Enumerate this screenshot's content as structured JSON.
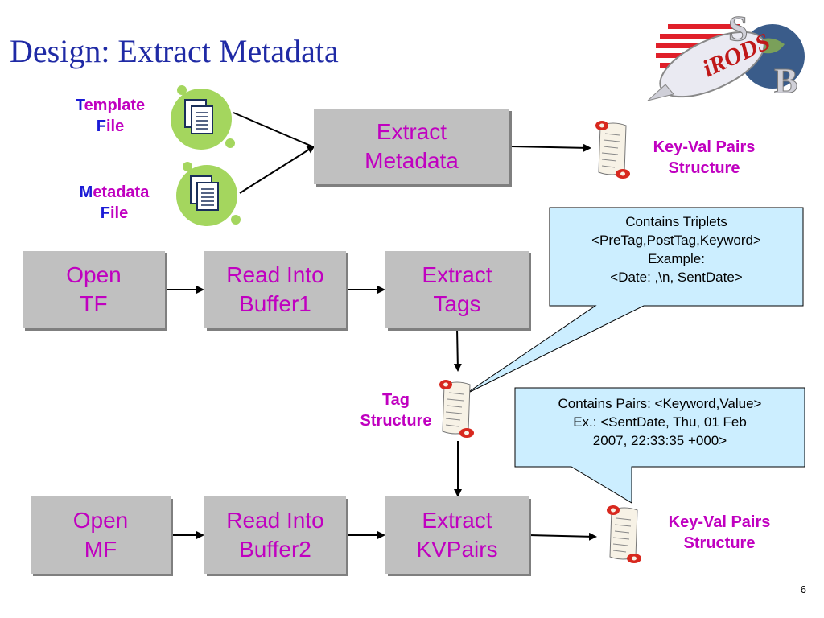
{
  "title": "Design: Extract Metadata",
  "page_number": "6",
  "logo": {
    "text_top": "S",
    "text_mid": "iRODS",
    "text_right": "B"
  },
  "inputs": {
    "template_file": {
      "initial1": "T",
      "rest1": "emplate",
      "initial2": "F",
      "rest2": "ile"
    },
    "metadata_file": {
      "initial1": "M",
      "rest1": "etadata",
      "initial2": "F",
      "rest2": "ile"
    }
  },
  "boxes": {
    "extract_metadata": "Extract\nMetadata",
    "open_tf": "Open\nTF",
    "read_buffer1": "Read Into\nBuffer1",
    "extract_tags": "Extract\nTags",
    "open_mf": "Open\nMF",
    "read_buffer2": "Read Into\nBuffer2",
    "extract_kvpairs": "Extract\nKVPairs"
  },
  "outputs": {
    "keyval_top": {
      "line1": "Key-Val Pairs",
      "line2": "Structure"
    },
    "tag_structure": {
      "line1": "Tag",
      "line2": "Structure"
    },
    "keyval_bottom": {
      "line1": "Key-Val Pairs",
      "line2": "Structure"
    }
  },
  "callouts": {
    "triplets": [
      "Contains Triplets",
      "<PreTag,PostTag,Keyword>",
      "Example:",
      "<Date: ,\\n, SentDate>"
    ],
    "pairs": [
      "Contains Pairs: <Keyword,Value>",
      "Ex.: <SentDate, Thu, 01 Feb",
      "2007, 22:33:35  +000>"
    ]
  },
  "colors": {
    "title": "#1f2aa5",
    "box_fill": "#c0c0c0",
    "box_text": "#c000c0",
    "callout_fill": "#cceeff",
    "initial_blue": "#1b1bd6"
  }
}
